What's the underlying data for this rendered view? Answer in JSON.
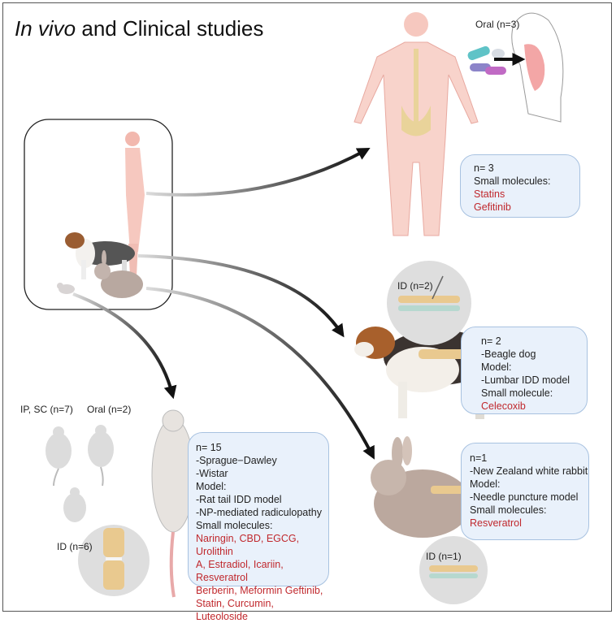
{
  "title": {
    "italic": "In vivo",
    "rest": " and Clinical studies"
  },
  "labels": {
    "oral_human": "Oral (n=3)",
    "id_dog": "ID (n=2)",
    "ip_sc": "IP, SC (n=7)",
    "oral_rat": "Oral (n=2)",
    "id_rat": "ID (n=6)",
    "id_rabbit": "ID (n=1)"
  },
  "human_box": {
    "n": "n= 3",
    "heading": "Small molecules:",
    "molecules": [
      "Statins",
      "Gefitinib"
    ]
  },
  "dog_box": {
    "n": "n= 2",
    "lines": [
      "-Beagle dog",
      "Model:",
      "-Lumbar IDD model",
      "Small molecule:"
    ],
    "molecules": [
      "Celecoxib"
    ]
  },
  "rat_box": {
    "n": "n= 15",
    "lines": [
      "-Sprague−Dawley",
      "-Wistar",
      "Model:",
      "-Rat tail IDD model",
      "-NP-mediated radiculopathy",
      "Small molecules:"
    ],
    "molecules": [
      "Naringin, CBD, EGCG, Urolithin",
      "A, Estradiol, Icariin, Resveratrol",
      "Berberin, Meformin Geftinib,",
      "Statin, Curcumin, Luteoloside"
    ]
  },
  "rabbit_box": {
    "n": "n=1",
    "lines": [
      "-New Zealand white rabbit",
      "Model:",
      "-Needle puncture model",
      "Small molecules:"
    ],
    "molecules": [
      "Resveratrol"
    ]
  }
}
